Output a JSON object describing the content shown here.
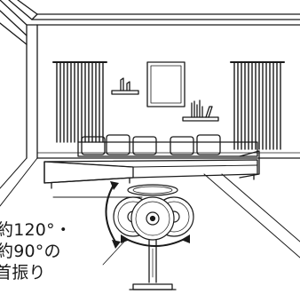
{
  "illustration": {
    "scene": "living-room",
    "caption_lines": [
      "約120°・",
      "約90°の",
      "首振り"
    ],
    "colors": {
      "line": "#1a1a1a",
      "background": "#ffffff"
    }
  }
}
